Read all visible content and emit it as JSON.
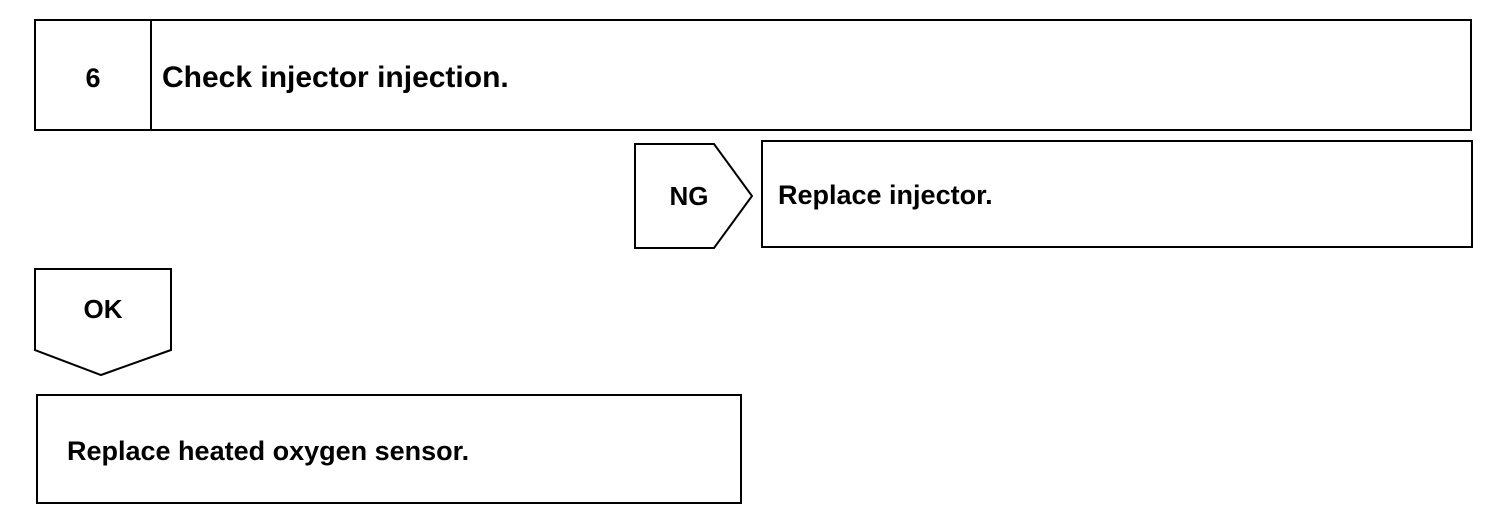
{
  "step": {
    "number": "6",
    "title": "Check injector injection."
  },
  "ng_branch": {
    "label": "NG",
    "action": "Replace injector."
  },
  "ok_branch": {
    "label": "OK",
    "action": "Replace heated oxygen sensor."
  }
}
